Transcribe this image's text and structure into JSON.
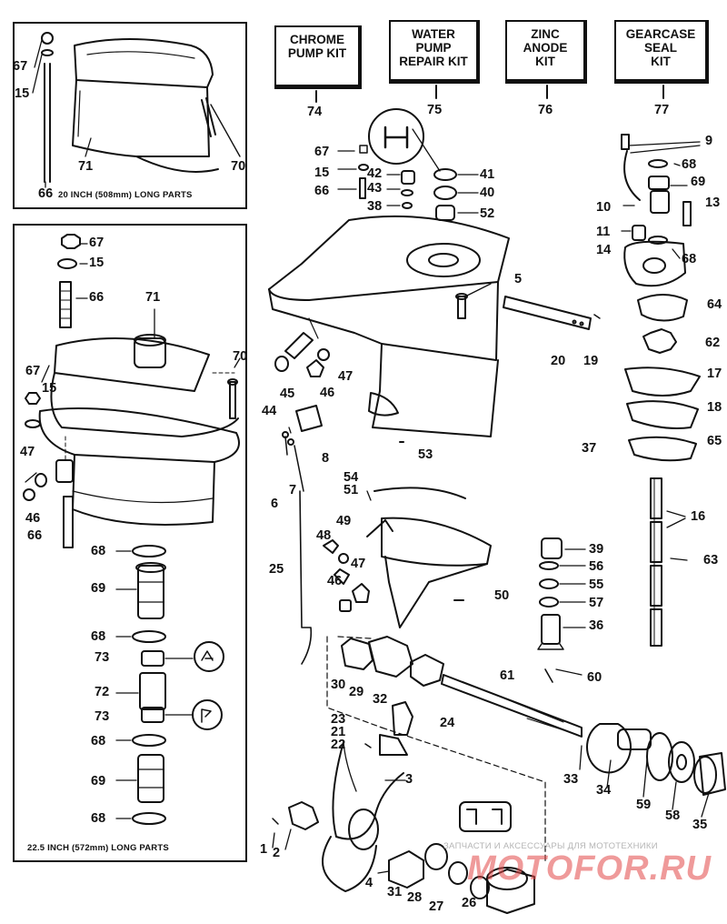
{
  "panels": {
    "top_caption": "20 INCH (508mm) LONG PARTS",
    "bottom_caption": "22.5 INCH (572mm) LONG PARTS"
  },
  "kits": [
    {
      "id": "chrome",
      "lines": [
        "CHROME",
        "PUMP KIT"
      ],
      "number": "74"
    },
    {
      "id": "water",
      "lines": [
        "WATER",
        "PUMP",
        "REPAIR KIT"
      ],
      "number": "75"
    },
    {
      "id": "zinc",
      "lines": [
        "ZINC",
        "ANODE",
        "KIT"
      ],
      "number": "76"
    },
    {
      "id": "seal",
      "lines": [
        "GEARCASE",
        "SEAL",
        "KIT"
      ],
      "number": "77"
    }
  ],
  "labels": {
    "p1": "1",
    "p2": "2",
    "p3": "3",
    "p4": "4",
    "p5": "5",
    "p6": "6",
    "p7": "7",
    "p8": "8",
    "p9": "9",
    "p10": "10",
    "p11": "11",
    "p13": "13",
    "p14": "14",
    "p15a": "15",
    "p15b": "15",
    "p15c": "15",
    "p15d": "15",
    "p16": "16",
    "p17": "17",
    "p18": "18",
    "p19": "19",
    "p20": "20",
    "p21": "21",
    "p22": "22",
    "p23": "23",
    "p24": "24",
    "p25": "25",
    "p26": "26",
    "p27": "27",
    "p28": "28",
    "p29": "29",
    "p30": "30",
    "p31": "31",
    "p32": "32",
    "p33": "33",
    "p34": "34",
    "p35": "35",
    "p36": "36",
    "p37": "37",
    "p38": "38",
    "p39": "39",
    "p40": "40",
    "p41": "41",
    "p42": "42",
    "p43": "43",
    "p44": "44",
    "p45": "45",
    "p46a": "46",
    "p46b": "46",
    "p46c": "46",
    "p47a": "47",
    "p47b": "47",
    "p47c": "47",
    "p48": "48",
    "p49": "49",
    "p50": "50",
    "p51": "51",
    "p52": "52",
    "p53": "53",
    "p54": "54",
    "p55": "55",
    "p56": "56",
    "p57": "57",
    "p58": "58",
    "p59": "59",
    "p60": "60",
    "p61": "61",
    "p62": "62",
    "p63": "63",
    "p64": "64",
    "p65": "65",
    "p66a": "66",
    "p66b": "66",
    "p66c": "66",
    "p66d": "66",
    "p67a": "67",
    "p67b": "67",
    "p67c": "67",
    "p67d": "67",
    "p68a": "68",
    "p68b": "68",
    "p68c": "68",
    "p68d": "68",
    "p68e": "68",
    "p68f": "68",
    "p69a": "69",
    "p69b": "69",
    "p69c": "69",
    "p70a": "70",
    "p70b": "70",
    "p71a": "71",
    "p71b": "71",
    "p72": "72",
    "p73a": "73",
    "p73b": "73"
  },
  "watermark": {
    "small": "ЗАПЧАСТИ И АКСЕССУАРЫ ДЛЯ МОТОТЕХНИКИ",
    "big": "MOTOFOR.RU"
  }
}
